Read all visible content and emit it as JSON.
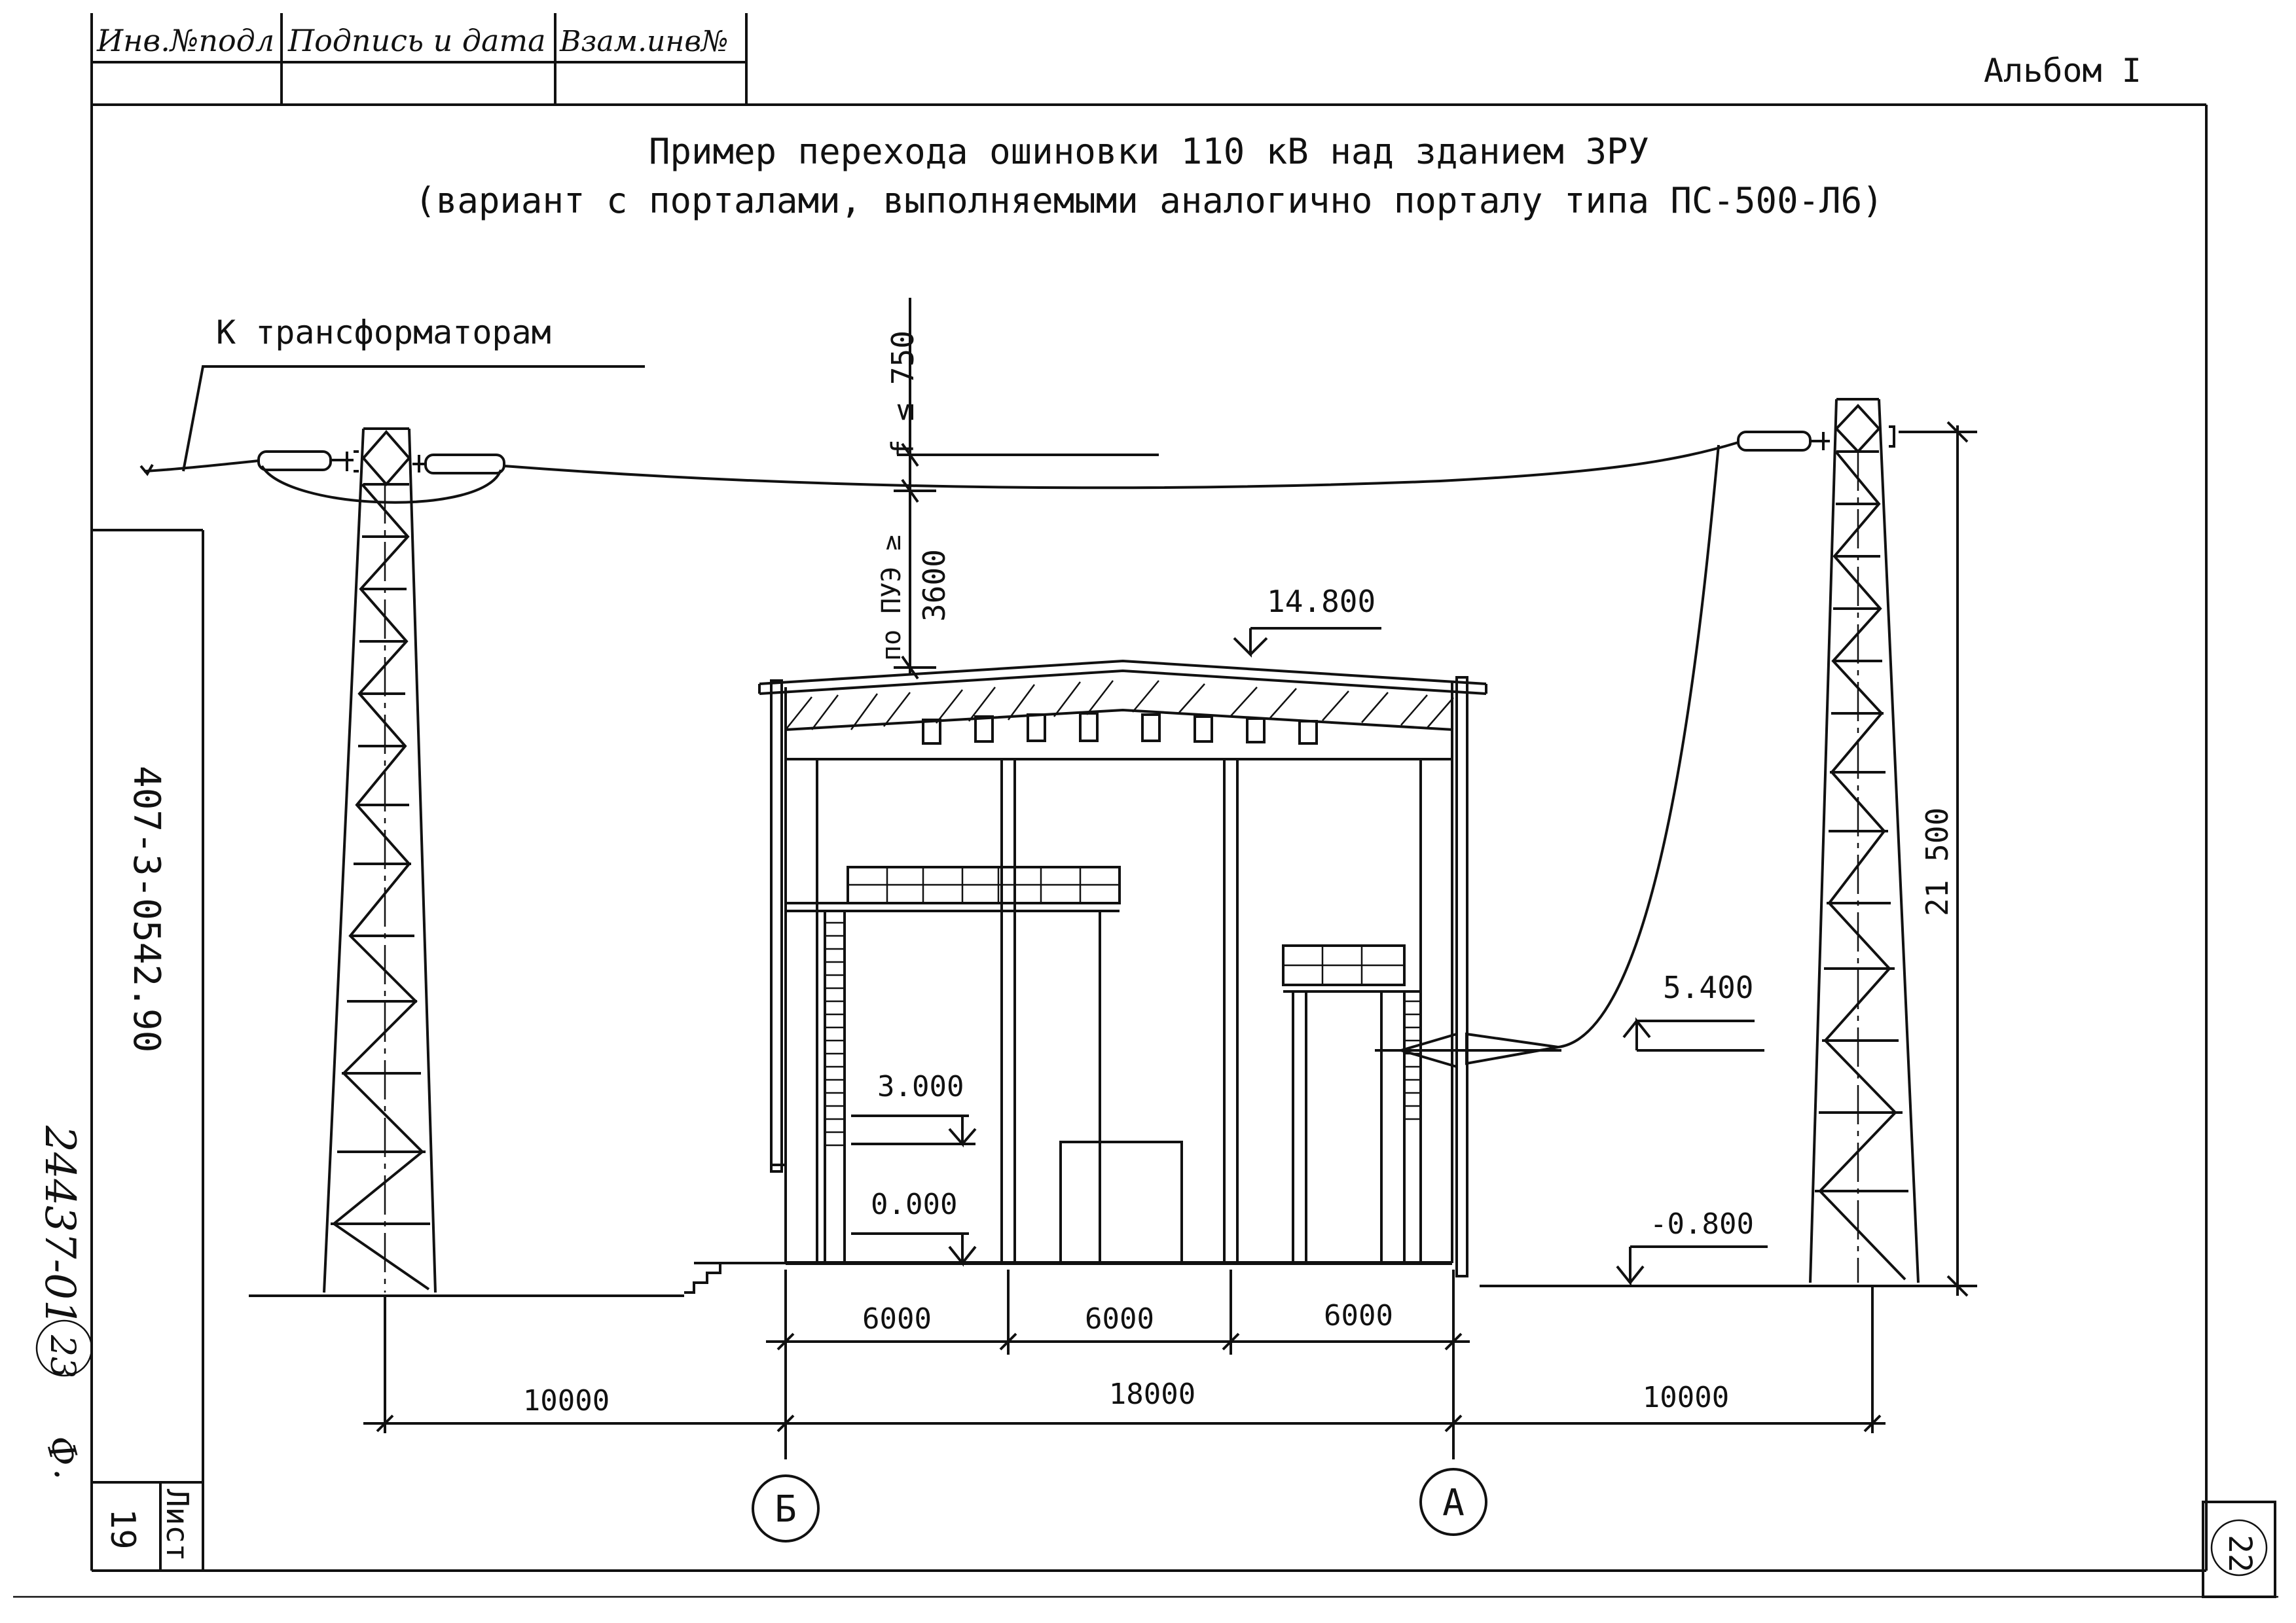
{
  "stamp": {
    "col1": "Инв.№подл",
    "col2": "Подпись и дата",
    "col3": "Взам.инв№"
  },
  "album": "Альбом I",
  "title": {
    "line1": "Пример перехода ошиновки 110 кВ над зданием ЗРУ",
    "line2": "(вариант с порталами, выполняемыми аналогично порталу типа ПС-500-Л6)"
  },
  "labels": {
    "to_transformers": "К трансформаторам",
    "sag": "f ≤ 750",
    "clearance_note": "по ПУЭ ≥",
    "clearance_value": "3600",
    "roof_mark": "14.800",
    "portal_height": "21 500",
    "bushing_mark": "5.400",
    "platform_mark": "3.000",
    "floor_mark": "0.000",
    "ground_mark": "-0.800"
  },
  "dimensions": {
    "spans": [
      "6000",
      "6000",
      "6000"
    ],
    "overall": [
      "10000",
      "18000",
      "10000"
    ]
  },
  "axes": [
    "Б",
    "А"
  ],
  "side_stamp": {
    "doc_number": "407-3-0542.90",
    "inv_number": "24437-01",
    "circle_number": "23",
    "sheet_label": "Лист",
    "sheet_number": "19"
  },
  "page_badge": "22"
}
